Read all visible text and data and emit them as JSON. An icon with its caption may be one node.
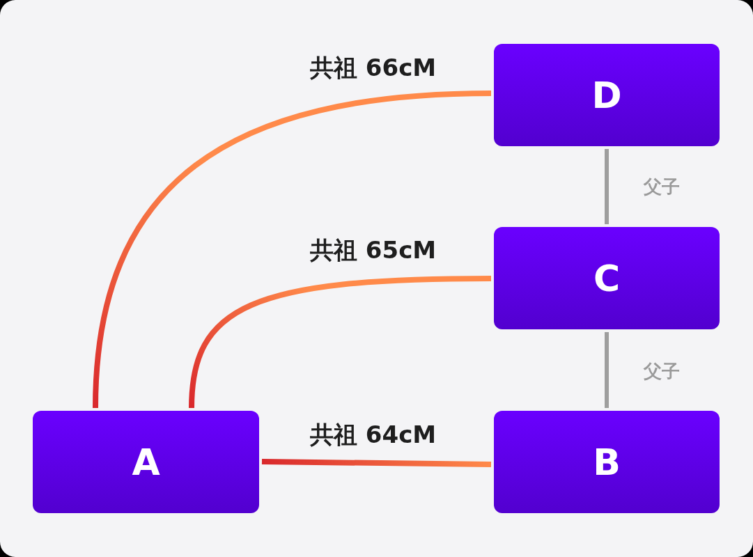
{
  "diagram": {
    "nodes": [
      {
        "text": [
          "D"
        ]
      },
      {
        "text": [
          "C"
        ]
      },
      {
        "text": [
          "A"
        ]
      },
      {
        "text": [
          "B"
        ]
      }
    ],
    "edges": [
      {
        "from": 2,
        "to": 0,
        "arrow": "none",
        "label": "共祖 66cM"
      },
      {
        "from": 2,
        "to": 1,
        "arrow": "none",
        "label": "共祖 65cM"
      },
      {
        "from": 2,
        "to": 3,
        "arrow": "none",
        "label": "共祖 64cM"
      },
      {
        "from": 0,
        "to": 1,
        "arrow": "none",
        "label": "父子",
        "color": "#9e9e9e"
      },
      {
        "from": 1,
        "to": 3,
        "arrow": "none",
        "label": "父子",
        "color": "#9e9e9e"
      }
    ]
  }
}
